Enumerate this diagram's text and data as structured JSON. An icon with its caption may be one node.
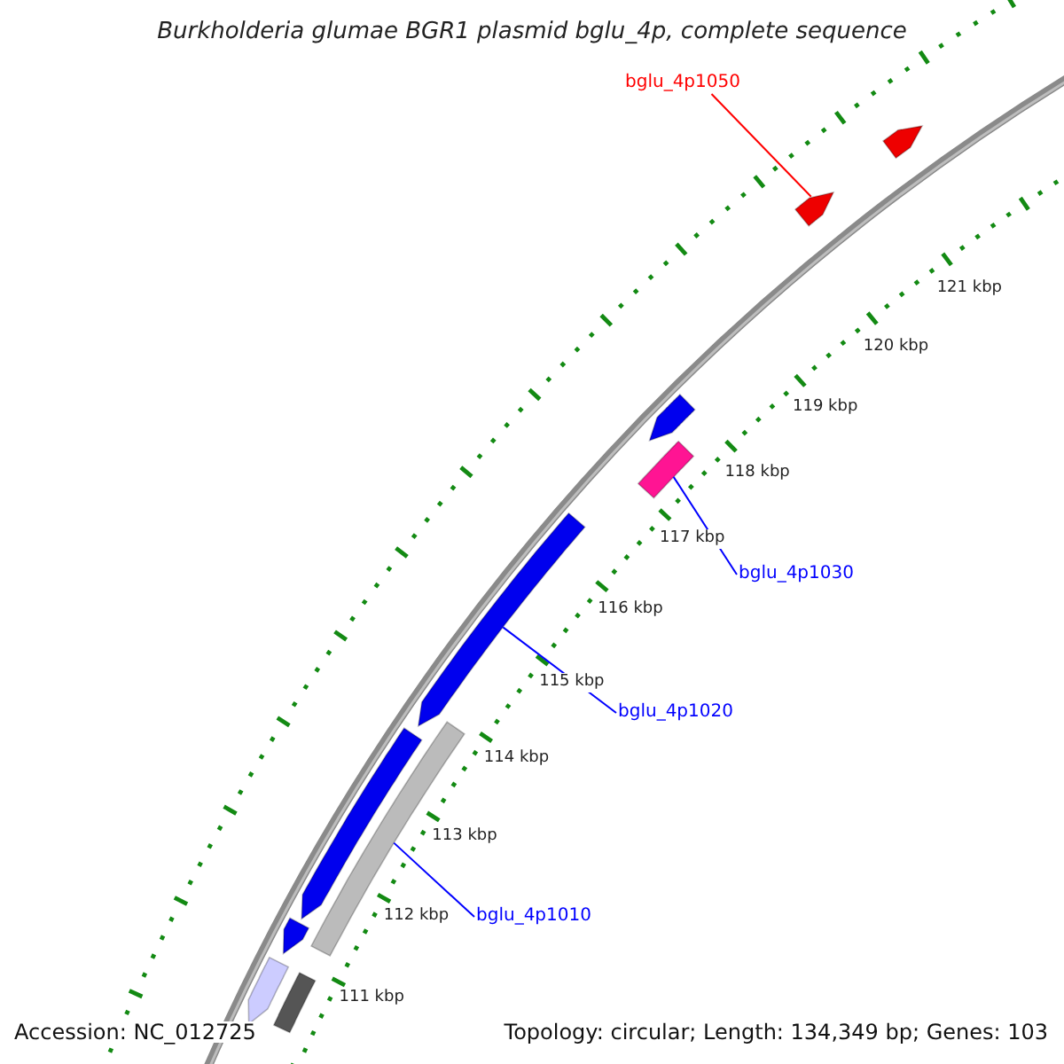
{
  "diagram": {
    "title": "Burkholderia glumae BGR1 plasmid bglu_4p, complete sequence",
    "nodes": [
      {
        "text": [
          "bglu_4p1050"
        ]
      },
      {
        "text": [],
        "shape": "bar"
      },
      {
        "text": [
          "bglu_4p1030"
        ]
      },
      {
        "text": [],
        "shape": "bar"
      },
      {
        "text": [
          "bglu_4p1020"
        ]
      },
      {
        "text": [],
        "shape": "bar"
      },
      {
        "text": [
          "bglu_4p1010"
        ]
      },
      {
        "text": [],
        "shape": "bar"
      },
      {
        "text": [],
        "shape": "bar"
      },
      {
        "text": [],
        "shape": "bar"
      },
      {
        "text": [],
        "shape": "bar"
      },
      {
        "text": [],
        "shape": "bar"
      },
      {
        "text": [],
        "shape": "bar"
      },
      {
        "text": [],
        "shape": "bar"
      }
    ],
    "edges": [
      {
        "from": 0,
        "to": 1,
        "arrow": "none",
        "color": "#ff0000"
      },
      {
        "from": 2,
        "to": 3,
        "arrow": "none"
      },
      {
        "from": 4,
        "to": 5,
        "arrow": "none"
      },
      {
        "from": 6,
        "to": 7,
        "arrow": "none"
      }
    ],
    "labels": [
      "121 kbp",
      "120 kbp",
      "119 kbp",
      "118 kbp",
      "117 kbp",
      "116 kbp",
      "115 kbp",
      "114 kbp",
      "113 kbp",
      "112 kbp",
      "111 kbp",
      "Accession: NC_012725",
      "Topology: circular; Length: 134,349 bp; Genes: 103"
    ]
  }
}
